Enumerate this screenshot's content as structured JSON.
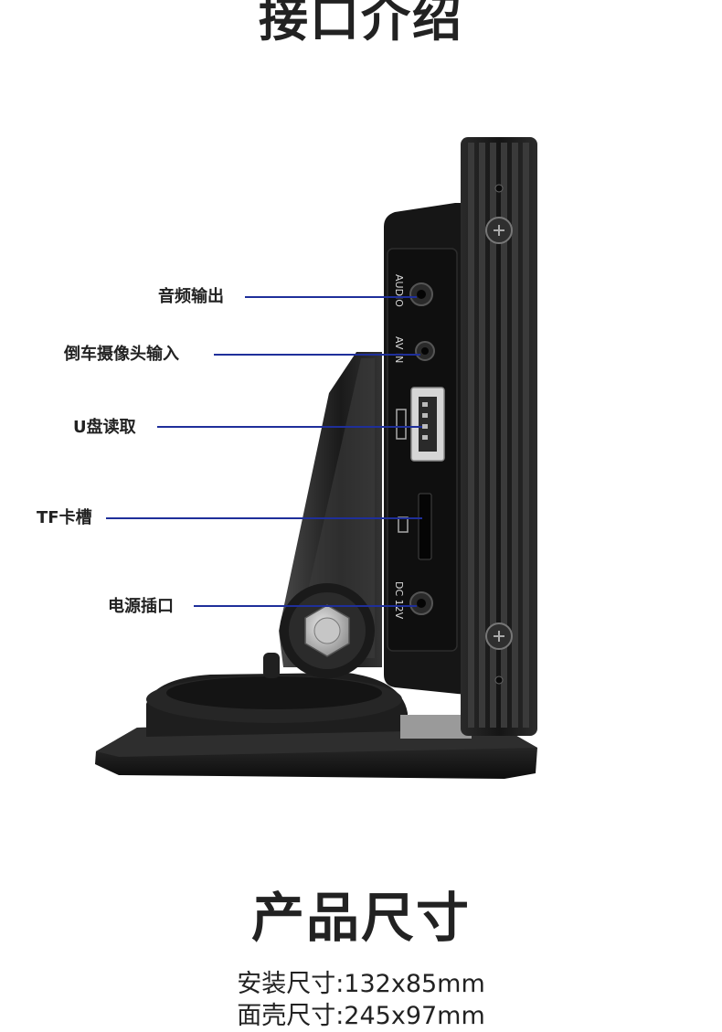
{
  "section_interface": {
    "title": "接口介绍"
  },
  "callouts": [
    {
      "label": "音频输出"
    },
    {
      "label": "倒车摄像头输入"
    },
    {
      "label": "U盘读取"
    },
    {
      "label": "TF卡槽"
    },
    {
      "label": "电源插口"
    }
  ],
  "device_port_labels": {
    "audio": "AUDIO",
    "av_in": "AV IN",
    "dc": "DC 12V"
  },
  "section_size": {
    "title": "产品尺寸"
  },
  "specs": [
    {
      "text": "安装尺寸:132x85mm"
    },
    {
      "text": "面壳尺寸:245x97mm"
    }
  ],
  "colors": {
    "leader_line": "#1f2f9a",
    "device_body": "#1c1c1c",
    "background": "#ffffff"
  }
}
